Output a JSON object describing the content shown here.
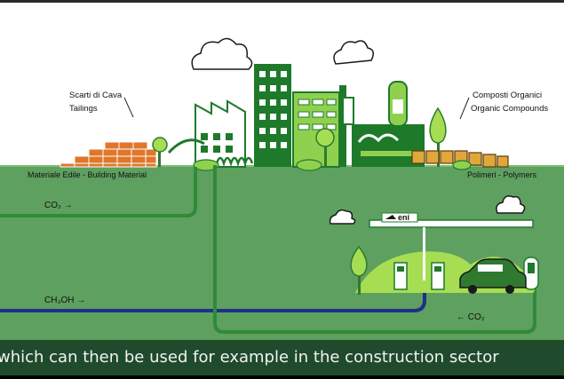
{
  "labels": {
    "tailings_it": "Scarti di Cava",
    "tailings_en": "Tailings",
    "compounds_it": "Composti Organici",
    "compounds_en": "Organic Compounds",
    "building_material": "Materiale Edile - Building Material",
    "polymers": "Polimeri - Polymers",
    "co2_top": "CO₂ →",
    "methanol": "CH₃OH →",
    "co2_bottom": "← CO₂",
    "station_brand": "eni"
  },
  "subtitle": "which can then be used for example in the construction sector",
  "colors": {
    "sky": "#ffffff",
    "ground": "#5ea060",
    "ground_dark": "#4f8f52",
    "pipe_green": "#2f8a3a",
    "pipe_blue": "#1f2f8a",
    "building_dark": "#1e7a2a",
    "building_light": "#8fd14f",
    "brick": "#e0762a",
    "subtitle_bar": "#1f4a2c"
  }
}
